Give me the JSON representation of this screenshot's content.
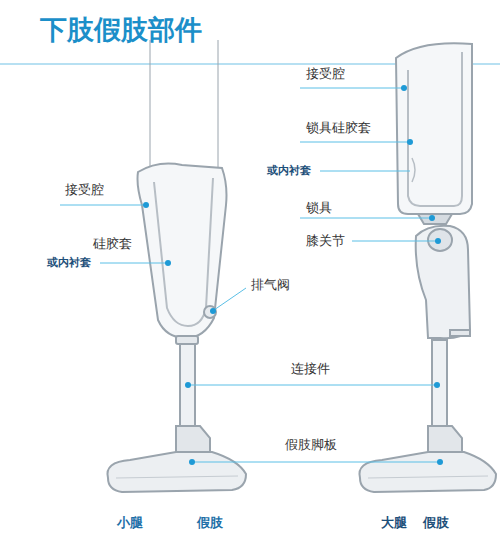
{
  "diagram": {
    "title": "下肢假肢部件",
    "labels": [
      "接受腔",
      "硅胶套",
      "或内衬套",
      "排气阀",
      "连接件",
      "假肢脚板",
      "接受腔",
      "锁具硅胶套",
      "或内衬套",
      "锁具",
      "膝关节",
      "小腿",
      "假肢",
      "大腿",
      "假肢"
    ]
  }
}
